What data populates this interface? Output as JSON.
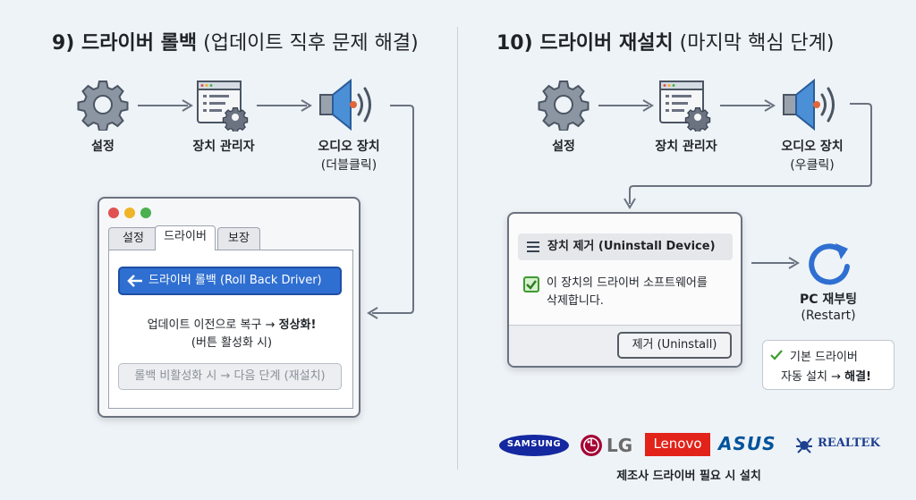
{
  "left": {
    "title_main": "9) 드라이버 롤백",
    "title_sub": " (업데이트 직후 문제 해결)",
    "steps": [
      {
        "label": "설정",
        "icon": "gear-icon"
      },
      {
        "label": "장치 관리자",
        "icon": "device-manager-icon"
      },
      {
        "label": "오디오 장치",
        "sub": "(더블클릭)",
        "icon": "speaker-icon"
      }
    ],
    "window": {
      "tabs": [
        "설정",
        "드라이버",
        "보장"
      ],
      "active_tab": "드라이버",
      "rollback_button": "드라이버 롤백 (Roll Back Driver)",
      "line1_pre": "업데이트 이전으로 복구 → ",
      "line1_bold": "정상화!",
      "line2": "(버튼 활성화 시)",
      "disabled_button": "롤백 비활성화 시 → 다음 단계 (재설치)"
    }
  },
  "right": {
    "title_main": "10) 드라이버 재설치",
    "title_sub": " (마지막 핵심 단계)",
    "steps": [
      {
        "label": "설정",
        "icon": "gear-icon"
      },
      {
        "label": "장치 관리자",
        "icon": "device-manager-icon"
      },
      {
        "label": "오디오 장치",
        "sub": "(우클릭)",
        "icon": "speaker-icon"
      }
    ],
    "dialog": {
      "menu_item": "장치 제거 (Uninstall Device)",
      "checkbox_line1": "이 장치의 드라이버 소프트웨어를",
      "checkbox_line2": "삭제합니다.",
      "uninstall_button": "제거 (Uninstall)"
    },
    "restart": {
      "label": "PC 재부팅",
      "sub": "(Restart)"
    },
    "note": {
      "line1": "기본 드라이버",
      "line2_pre": "자동 설치 → ",
      "line2_bold": "해결!"
    },
    "brands": [
      "SAMSUNG",
      "LG",
      "Lenovo",
      "ASUS",
      "REALTEK"
    ],
    "brands_caption": "제조사 드라이버 필요 시 설치"
  },
  "colors": {
    "accent_blue": "#2f6fd1",
    "check_green": "#3f9a2f",
    "lenovo_red": "#e2231a",
    "samsung_blue": "#1428a0",
    "lg_red": "#a50034",
    "asus_blue": "#00539b",
    "realtek_blue": "#1d3f8f"
  }
}
